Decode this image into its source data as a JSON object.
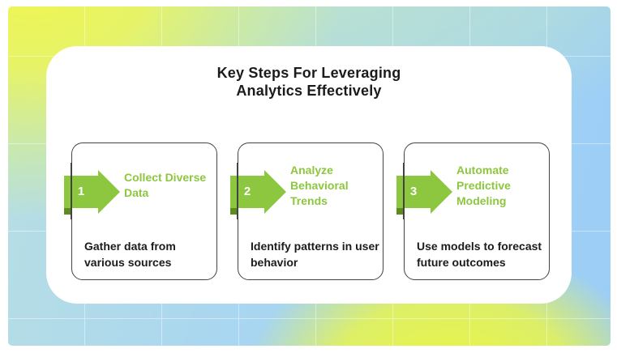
{
  "title": "Key Steps For Leveraging\nAnalytics Effectively",
  "steps": [
    {
      "number": "1",
      "heading": "Collect Diverse\nData",
      "description": "Gather data from\nvarious sources"
    },
    {
      "number": "2",
      "heading": "Analyze\nBehavioral\nTrends",
      "description": "Identify patterns in user\nbehavior"
    },
    {
      "number": "3",
      "heading": "Automate\nPredictive\nModeling",
      "description": "Use models to forecast\nfuture outcomes"
    }
  ],
  "colors": {
    "accent_green": "#8dc63f",
    "accent_green_dark": "#5c8c1e",
    "card_border": "#434343",
    "text_dark": "#1b1b1b",
    "bg_blue": "#9bcdf7",
    "bg_yellow": "#eef64d",
    "panel_white": "#ffffff"
  }
}
